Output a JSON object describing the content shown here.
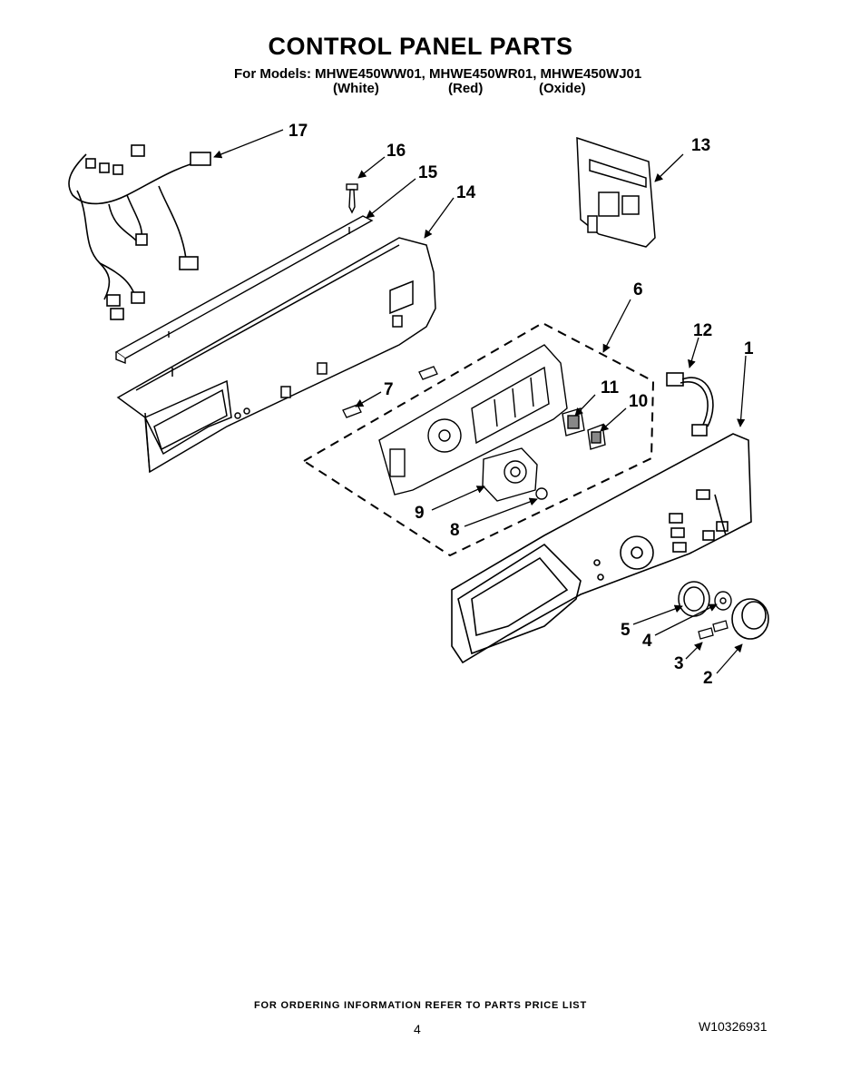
{
  "header": {
    "title": "CONTROL PANEL PARTS",
    "models_line": "For Models: MHWE450WW01, MHWE450WR01, MHWE450WJ01",
    "variants": [
      "(White)",
      "(Red)",
      "(Oxide)"
    ]
  },
  "callouts": {
    "p1": "1",
    "p2": "2",
    "p3": "3",
    "p4": "4",
    "p5": "5",
    "p6": "6",
    "p7": "7",
    "p8": "8",
    "p9": "9",
    "p10": "10",
    "p11": "11",
    "p12": "12",
    "p13": "13",
    "p14": "14",
    "p15": "15",
    "p16": "16",
    "p17": "17"
  },
  "footer": {
    "ordering_note": "FOR ORDERING INFORMATION REFER TO PARTS PRICE LIST",
    "page_number": "4",
    "document_number": "W10326931"
  }
}
